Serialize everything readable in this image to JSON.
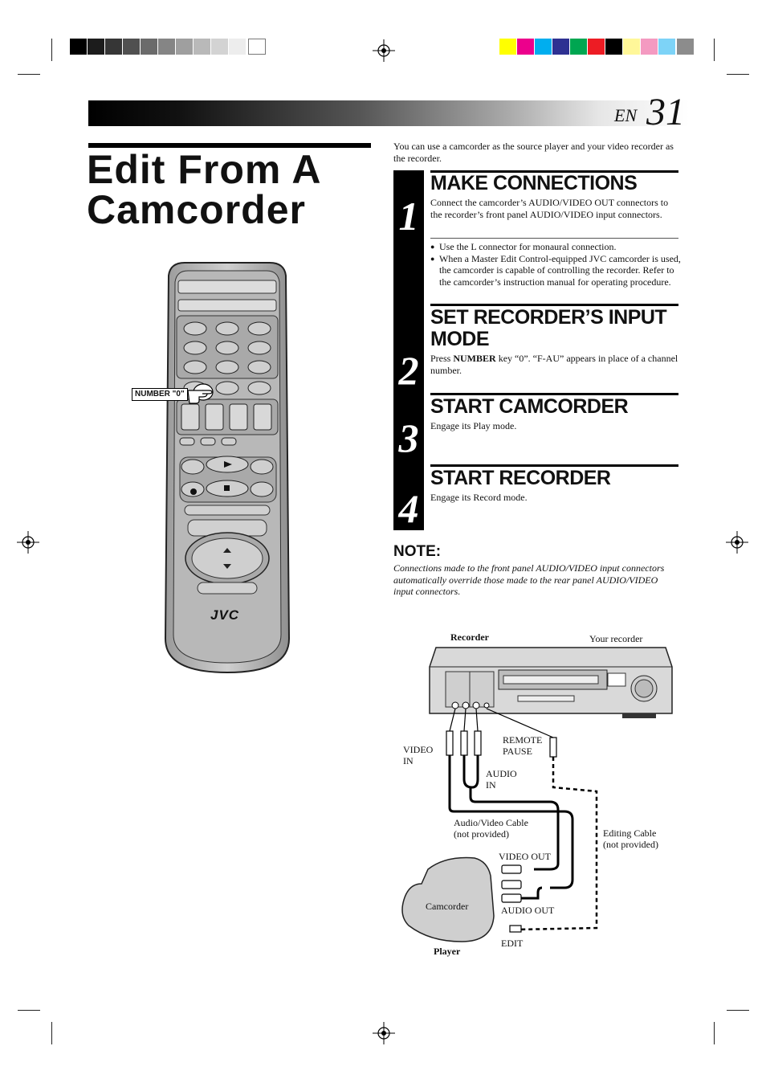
{
  "page": {
    "lang_code": "EN",
    "page_number": "31",
    "title": "Edit From A Camcorder"
  },
  "intro": "You can use a camcorder as the source player and your video recorder as the recorder.",
  "steps": [
    {
      "number": "1",
      "heading": "MAKE CONNECTIONS",
      "body": "Connect the camcorder’s AUDIO/VIDEO OUT connectors to the recorder’s front panel AUDIO/VIDEO input connectors."
    },
    {
      "number": "2",
      "heading": "SET RECORDER’S INPUT MODE",
      "body_pre": "Press ",
      "body_bold": "NUMBER",
      "body_post": " key “0”. “F-AU” appears in place of a channel number."
    },
    {
      "number": "3",
      "heading": "START CAMCORDER",
      "body": "Engage its Play mode."
    },
    {
      "number": "4",
      "heading": "START RECORDER",
      "body": "Engage its Record mode."
    }
  ],
  "bullets": [
    "Use the L connector for monaural connection.",
    "When a Master Edit Control-equipped JVC camcorder is used, the camcorder is capable of controlling the recorder. Refer to the camcorder’s instruction manual for operating procedure."
  ],
  "note": {
    "heading": "NOTE:",
    "body": "Connections made to the front panel AUDIO/VIDEO input connectors automatically override those made to the rear panel AUDIO/VIDEO input connectors."
  },
  "remote": {
    "brand": "JVC",
    "callout": "NUMBER \"0\""
  },
  "diagram": {
    "recorder_label": "Recorder",
    "your_recorder": "Your recorder",
    "video_in": "VIDEO\nIN",
    "remote_pause": "REMOTE\nPAUSE",
    "audio_in": "AUDIO\nIN",
    "av_cable": "Audio/Video Cable\n(not provided)",
    "editing_cable": "Editing Cable\n(not provided)",
    "video_out": "VIDEO OUT",
    "audio_out": "AUDIO OUT",
    "edit": "EDIT",
    "camcorder": "Camcorder",
    "player": "Player"
  },
  "colors": {
    "gray_bar": [
      "#000000",
      "#1c1c1c",
      "#363636",
      "#505050",
      "#6b6b6b",
      "#858585",
      "#9f9f9f",
      "#b9b9b9",
      "#d3d3d3",
      "#ededed",
      "#ffffff"
    ],
    "color_bar": [
      "#ffff00",
      "#ec008c",
      "#00aeef",
      "#2e3192",
      "#00a651",
      "#ed1c24",
      "#000000",
      "#fff799",
      "#f49ac1",
      "#7dd3f7",
      "#8c8c8c"
    ]
  }
}
